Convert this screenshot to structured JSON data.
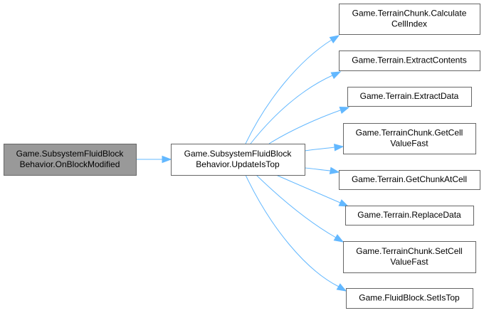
{
  "diagram": {
    "type": "call-graph",
    "colors": {
      "edge": "#63b8ff",
      "source_fill": "#999999",
      "node_fill": "#ffffff",
      "node_border": "#666666"
    },
    "nodes": [
      {
        "id": "source",
        "lines": [
          "Game.SubsystemFluidBlock",
          "Behavior.OnBlockModified"
        ],
        "role": "caller"
      },
      {
        "id": "center",
        "lines": [
          "Game.SubsystemFluidBlock",
          "Behavior.UpdateIsTop"
        ],
        "role": "function"
      },
      {
        "id": "t1",
        "lines": [
          "Game.TerrainChunk.Calculate",
          "CellIndex"
        ],
        "role": "callee"
      },
      {
        "id": "t2",
        "lines": [
          "Game.Terrain.ExtractContents"
        ],
        "role": "callee"
      },
      {
        "id": "t3",
        "lines": [
          "Game.Terrain.ExtractData"
        ],
        "role": "callee"
      },
      {
        "id": "t4",
        "lines": [
          "Game.TerrainChunk.GetCell",
          "ValueFast"
        ],
        "role": "callee"
      },
      {
        "id": "t5",
        "lines": [
          "Game.Terrain.GetChunkAtCell"
        ],
        "role": "callee"
      },
      {
        "id": "t6",
        "lines": [
          "Game.Terrain.ReplaceData"
        ],
        "role": "callee"
      },
      {
        "id": "t7",
        "lines": [
          "Game.TerrainChunk.SetCell",
          "ValueFast"
        ],
        "role": "callee"
      },
      {
        "id": "t8",
        "lines": [
          "Game.FluidBlock.SetIsTop"
        ],
        "role": "callee"
      }
    ],
    "edges": [
      {
        "from": "source",
        "to": "center"
      },
      {
        "from": "center",
        "to": "t1"
      },
      {
        "from": "center",
        "to": "t2"
      },
      {
        "from": "center",
        "to": "t3"
      },
      {
        "from": "center",
        "to": "t4"
      },
      {
        "from": "center",
        "to": "t5"
      },
      {
        "from": "center",
        "to": "t6"
      },
      {
        "from": "center",
        "to": "t7"
      },
      {
        "from": "center",
        "to": "t8"
      }
    ]
  }
}
